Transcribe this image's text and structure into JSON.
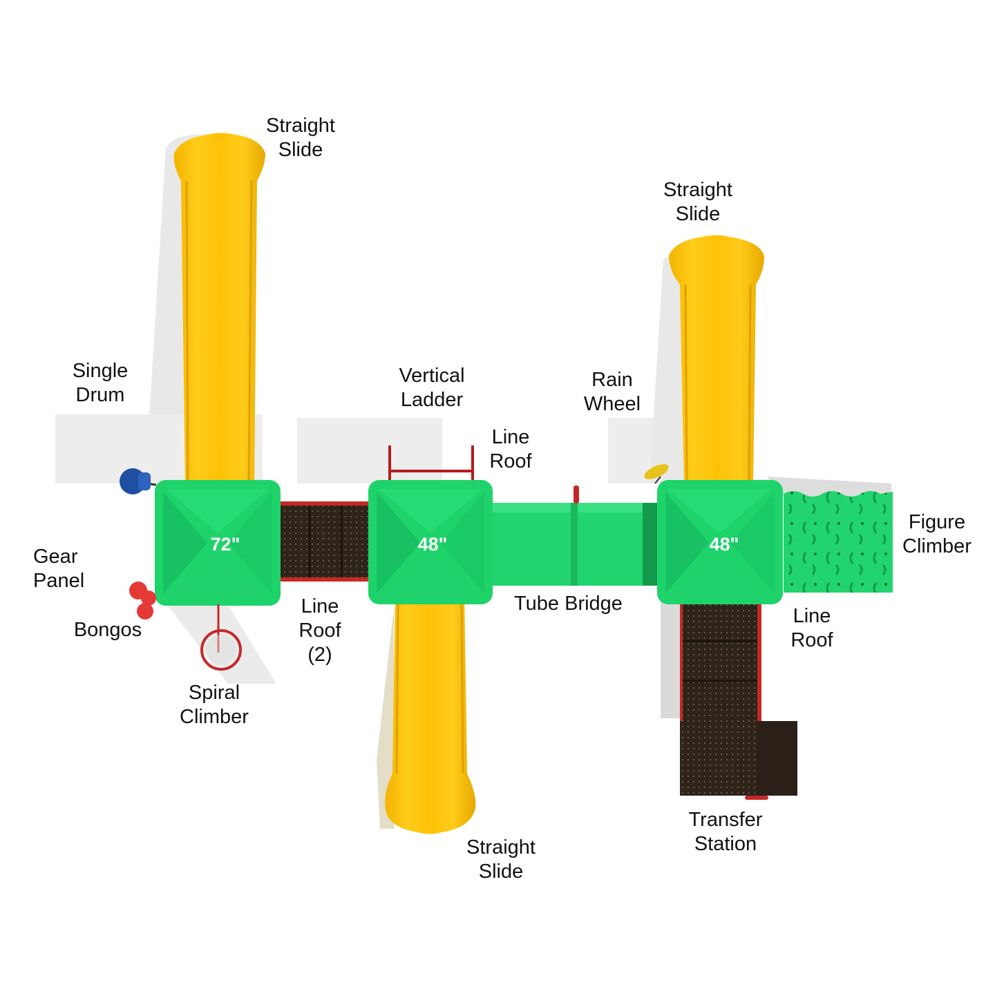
{
  "diagram": {
    "type": "playground-top-view",
    "colors": {
      "slide": "#FFC107",
      "slide_shadow": "#E0A800",
      "deck_roof": "#1FD36B",
      "deck_roof_dark": "#16B85B",
      "tube": "#22D46E",
      "mesh_deck": "#2E2419",
      "rail": "#C62828",
      "drum": "#1E4FA3",
      "bongos": "#E53935",
      "rain_wheel": "#E6C21A",
      "shadow": "#E6E6E6"
    },
    "decks": [
      {
        "id": "deck-1",
        "height": "72\""
      },
      {
        "id": "deck-2",
        "height": "48\""
      },
      {
        "id": "deck-3",
        "height": "48\""
      }
    ],
    "labels": {
      "straight_slide_top_left": "Straight\nSlide",
      "straight_slide_top_right": "Straight\nSlide",
      "straight_slide_bottom": "Straight\nSlide",
      "single_drum": "Single\nDrum",
      "vertical_ladder": "Vertical\nLadder",
      "line_roof_center": "Line\nRoof",
      "rain_wheel": "Rain\nWheel",
      "gear_panel": "Gear\nPanel",
      "bongos": "Bongos",
      "line_roof_2": "Line\nRoof\n(2)",
      "tube_bridge": "Tube Bridge",
      "figure_climber": "Figure\nClimber",
      "line_roof_right": "Line\nRoof",
      "spiral_climber": "Spiral\nClimber",
      "transfer_station": "Transfer\nStation"
    }
  }
}
